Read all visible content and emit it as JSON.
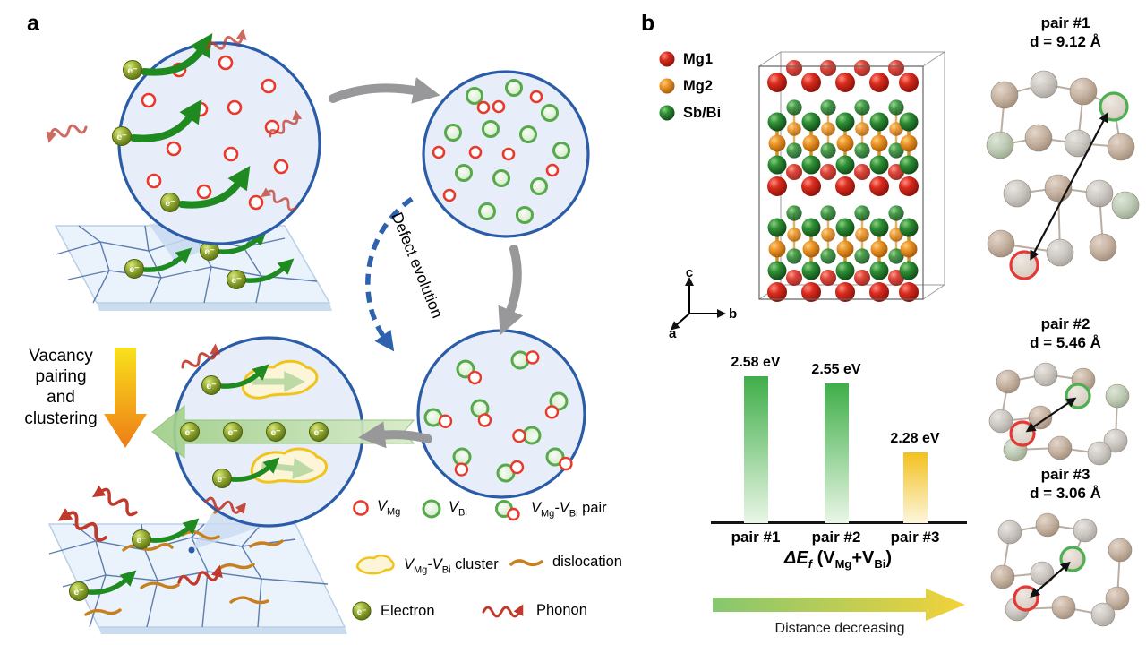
{
  "figure": {
    "panel_a_label": "a",
    "panel_b_label": "b"
  },
  "panel_a": {
    "electron_symbol": "e⁻",
    "vacancy_arrow_lines": [
      "Vacancy",
      "pairing",
      "and",
      "clustering"
    ],
    "defect_evolution_label": "Defect evolution",
    "legend": {
      "vmg": {
        "base": "V",
        "sub": "Mg"
      },
      "vbi": {
        "base": "V",
        "sub": "Bi"
      },
      "pair": {
        "base1": "V",
        "sub1": "Mg",
        "base2": "-V",
        "sub2": "Bi",
        "tail": " pair"
      },
      "cluster": {
        "base1": "V",
        "sub1": "Mg",
        "base2": "-V",
        "sub2": "Bi",
        "tail": " cluster"
      },
      "dislocation_label": "dislocation",
      "electron_label": "Electron",
      "phonon_label": "Phonon"
    },
    "colors": {
      "vmg_ring": "#e8392b",
      "vbi_ring": "#57a94b",
      "cluster_outline": "#f1c31d",
      "dislocation": "#c8801f",
      "electron": "#8aa32a",
      "phonon": "#c0392b",
      "zoom_circle_stroke": "#2b5ca8",
      "zoom_circle_fill": "#e7eef9",
      "pairing_arrow_top": "#f8e11c",
      "pairing_arrow_bottom": "#ee7c17"
    }
  },
  "panel_b": {
    "atom_legend": [
      {
        "label": "Mg1",
        "color": "#d7261d"
      },
      {
        "label": "Mg2",
        "color": "#e8922a"
      },
      {
        "label": "Sb/Bi",
        "color": "#2e8f34"
      }
    ],
    "axes": {
      "a": "a",
      "b": "b",
      "c": "c"
    },
    "formula": {
      "delta_e": "ΔE",
      "sub_f": "f",
      "open": " (V",
      "sub_mg": "Mg",
      "plus": "+V",
      "sub_bi": "Bi",
      "close": ")"
    },
    "distance_arrow_label": "Distance decreasing",
    "pairs": [
      {
        "title": "pair #1",
        "distance": "d = 9.12 Å"
      },
      {
        "title": "pair #2",
        "distance": "d = 5.46 Å"
      },
      {
        "title": "pair #3",
        "distance": "d = 3.06 Å"
      }
    ]
  },
  "chart_data": {
    "type": "bar",
    "categories": [
      "pair #1",
      "pair #2",
      "pair #3"
    ],
    "values": [
      2.58,
      2.55,
      2.28
    ],
    "value_labels": [
      "2.58 eV",
      "2.55 eV",
      "2.28 eV"
    ],
    "xlabel": "ΔE_f (V_Mg + V_Bi)",
    "ylabel": "",
    "ylim": [
      2.0,
      2.6
    ],
    "grid": false,
    "legend_position": "none",
    "bar_gradients": [
      [
        "#3fae49",
        "#eaf6e6"
      ],
      [
        "#3fae49",
        "#eaf6e6"
      ],
      [
        "#f2c11e",
        "#fdf6dd"
      ]
    ]
  }
}
